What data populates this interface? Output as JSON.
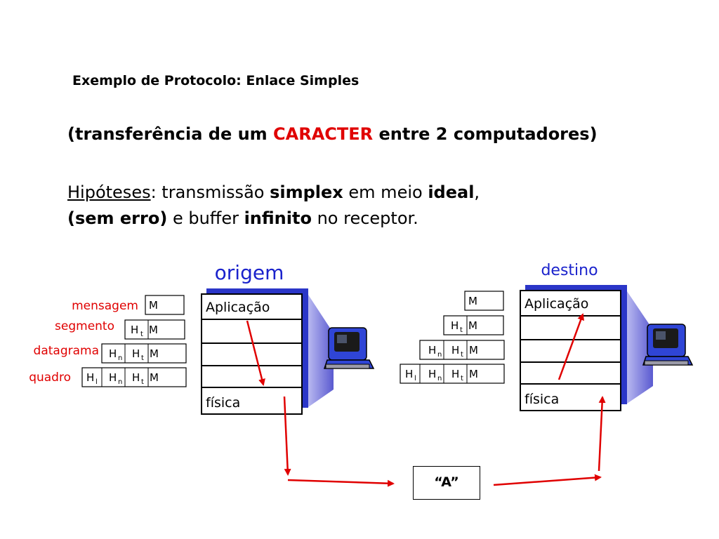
{
  "slide": {
    "title": "Exemplo de Protocolo: Enlace Simples",
    "subtitle_pre": "(transferência de um ",
    "subtitle_highlight": "CARACTER",
    "subtitle_post": " entre 2 computadores)",
    "hyp_label": "Hipóteses",
    "hyp_line1_a": ": transmissão ",
    "hyp_line1_b": "simplex",
    "hyp_line1_c": " em meio ",
    "hyp_line1_d": "ideal",
    "hyp_line1_e": ",",
    "hyp_line2_a": "(sem erro)",
    "hyp_line2_b": " e buffer ",
    "hyp_line2_c": "infinito",
    "hyp_line2_d": " no receptor."
  },
  "colors": {
    "accent_red": "#e00000",
    "label_blue": "#1a22cc",
    "stack_shadow": "#3030c8",
    "computer_blue": "#2a3fd0"
  },
  "source": {
    "label": "origem",
    "layers": [
      "Aplicação",
      "",
      "",
      "",
      "física"
    ]
  },
  "destination": {
    "label": "destino",
    "layers": [
      "Aplicação",
      "",
      "",
      "",
      "física"
    ]
  },
  "encapsulation_labels": [
    "mensagem",
    "segmento",
    "datagrama",
    "quadro"
  ],
  "packet": {
    "M": "M",
    "H": "H",
    "t": "t",
    "n": "n",
    "l": "l"
  },
  "medium_message": "“A”",
  "icons": [
    "computer-icon",
    "arrow-icon"
  ]
}
